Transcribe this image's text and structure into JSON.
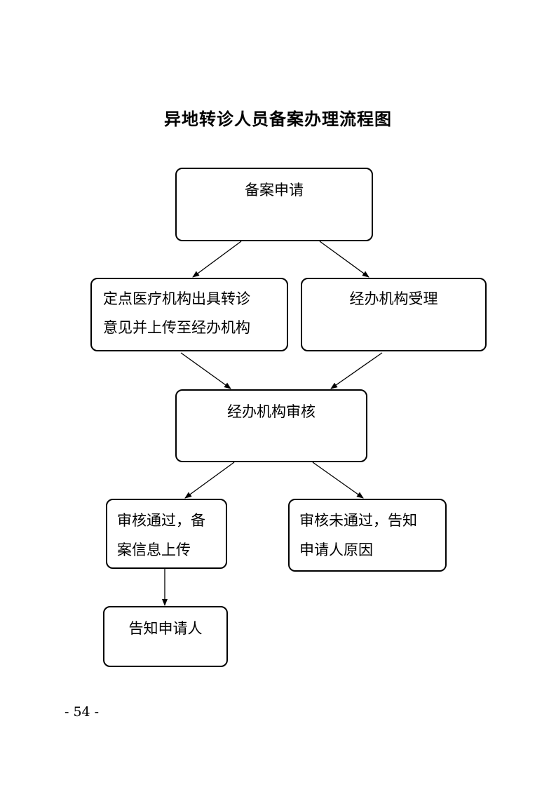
{
  "title": "异地转诊人员备案办理流程图",
  "boxes": {
    "apply": "备案申请",
    "hospital": "定点医疗机构出具转诊\n意见并上传至经办机构",
    "accept": "经办机构受理",
    "review": "经办机构审核",
    "pass": "审核通过，备\n案信息上传",
    "fail": "审核未通过，告知\n申请人原因",
    "notify": "告知申请人"
  },
  "page_number": "- 54 -"
}
